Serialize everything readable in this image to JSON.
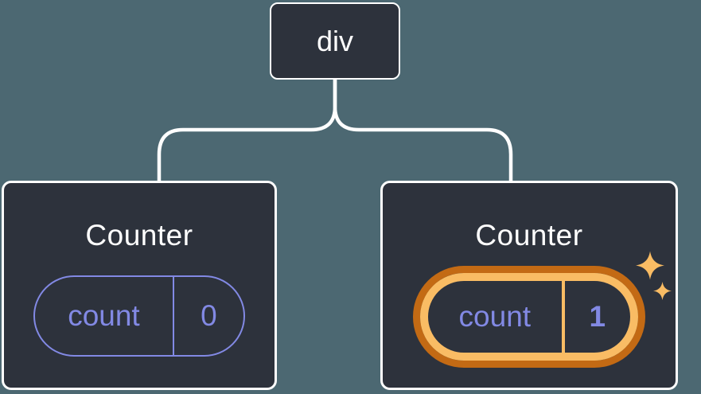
{
  "diagram": {
    "type": "component-tree",
    "root": {
      "label": "div"
    },
    "children": [
      {
        "title": "Counter",
        "state": {
          "key": "count",
          "value": "0"
        },
        "highlighted": false
      },
      {
        "title": "Counter",
        "state": {
          "key": "count",
          "value": "1"
        },
        "highlighted": true
      }
    ]
  },
  "icons": {
    "sparkles": [
      "sparkle-large-icon",
      "sparkle-small-icon"
    ]
  },
  "colors": {
    "bg": "#4C6872",
    "box": "#2D323C",
    "box_border": "#FFFFFF",
    "line": "#FFFFFF",
    "text": "#FFFFFF",
    "purple": "#8289E4",
    "gold": "#F9BC64",
    "darkorange": "#C36A14"
  }
}
